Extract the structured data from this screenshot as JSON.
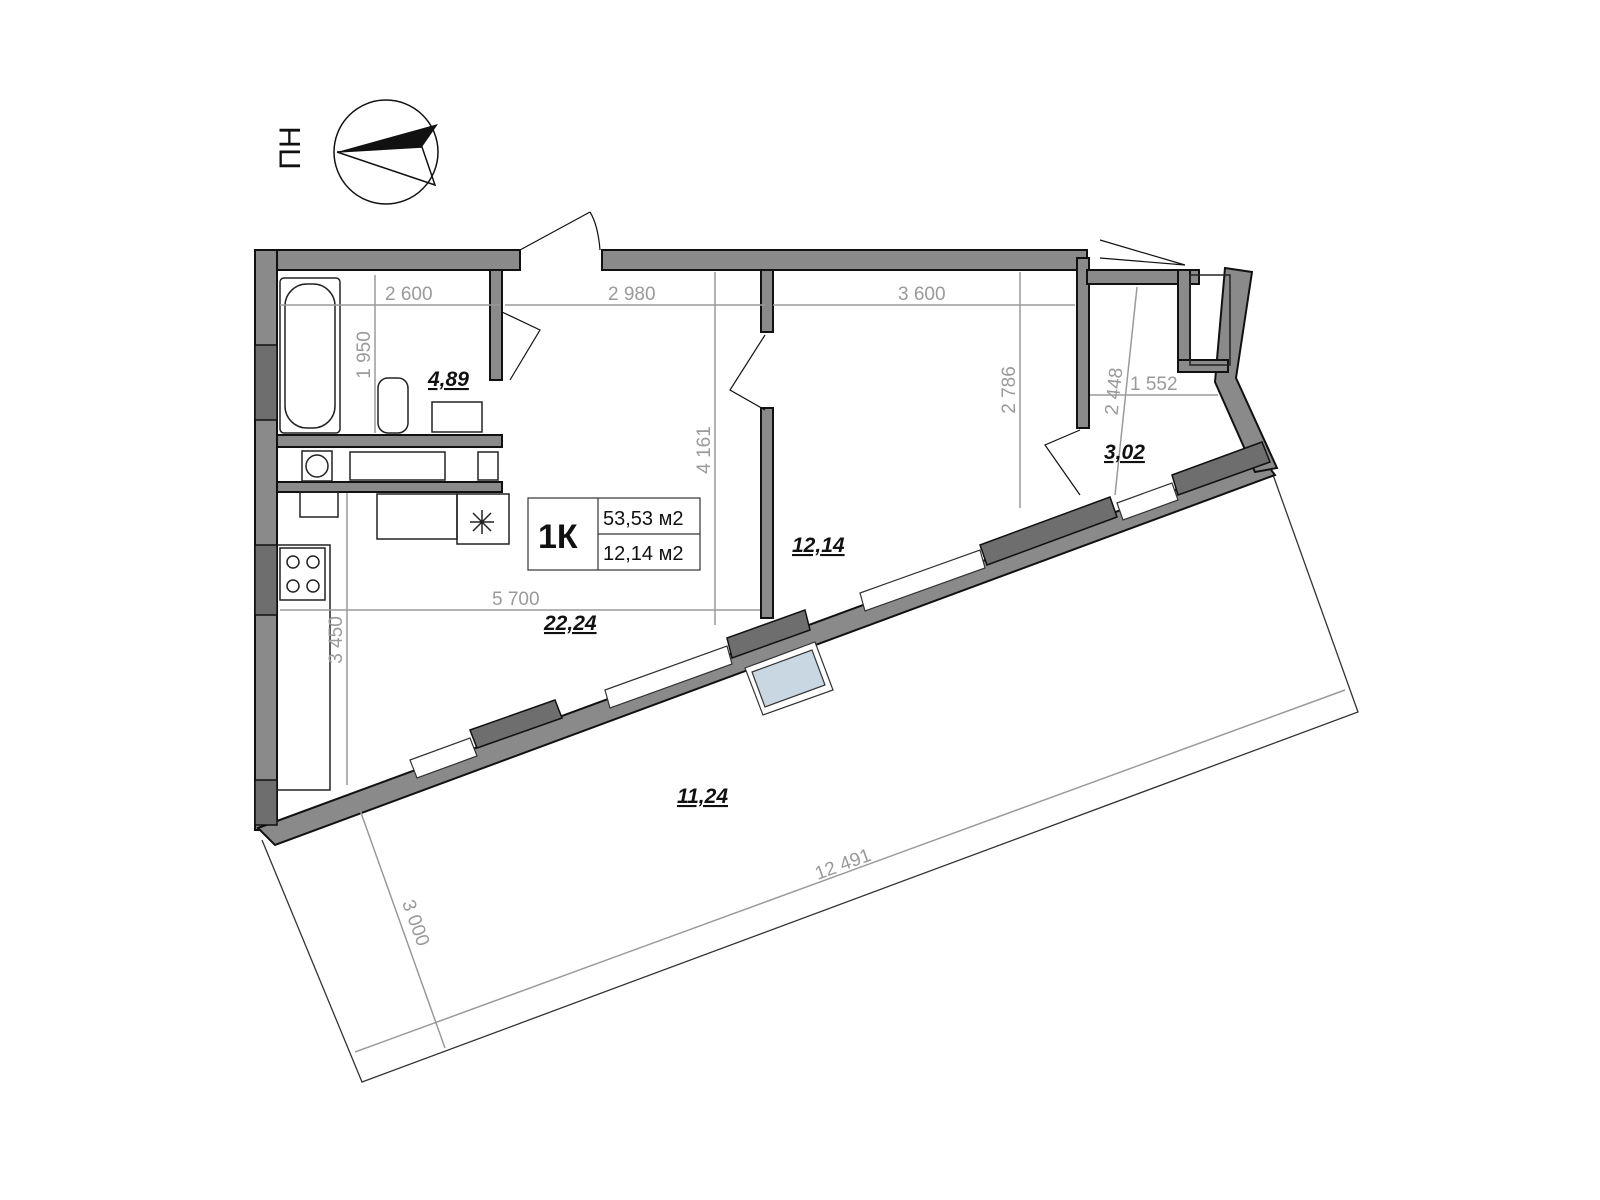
{
  "compass": {
    "label": "ПН",
    "icon": "north-arrow-icon"
  },
  "summary": {
    "type": "1К",
    "total_area": "53,53 м2",
    "living_area": "12,14 м2"
  },
  "rooms": {
    "bathroom": "4,89",
    "kitchen_living": "22,24",
    "bedroom": "12,14",
    "storage": "3,02",
    "terrace": "11,24"
  },
  "dimensions": {
    "bath_width": "2 600",
    "hall_width": "2 980",
    "bedroom_width": "3 600",
    "bath_depth": "1 950",
    "hall_depth": "4 161",
    "bedroom_depth": "2 786",
    "storage_depth": "2 448",
    "storage_width": "1 552",
    "kitchen_width": "5 700",
    "kitchen_depth": "3 450",
    "terrace_length": "12 491",
    "terrace_depth": "3 000"
  },
  "colors": {
    "wall": "#8a8a8a",
    "wall_dark": "#6e6e6e",
    "outline": "#111111",
    "dimension": "#9a9a9a"
  }
}
